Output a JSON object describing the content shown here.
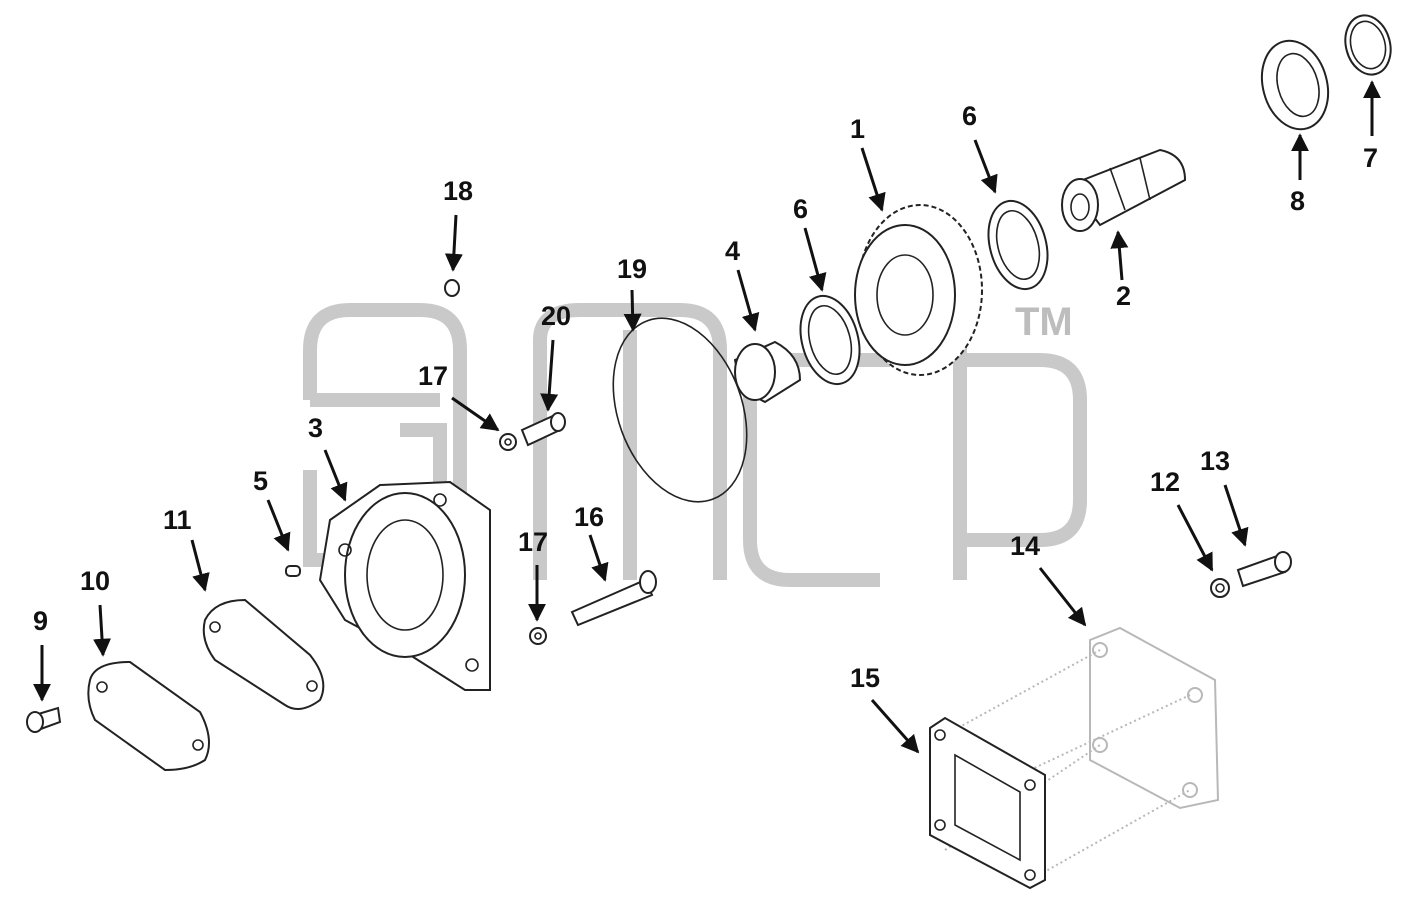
{
  "watermark": {
    "trademark": "TM"
  },
  "callouts": [
    "1",
    "2",
    "3",
    "4",
    "5",
    "6",
    "6",
    "7",
    "8",
    "9",
    "10",
    "11",
    "12",
    "13",
    "14",
    "15",
    "16",
    "17",
    "17",
    "18",
    "19",
    "20"
  ],
  "colors": {
    "line": "#222222",
    "watermark": "#c9c9c9",
    "background": "#ffffff"
  },
  "icons": [
    "arrow-head-icon"
  ]
}
